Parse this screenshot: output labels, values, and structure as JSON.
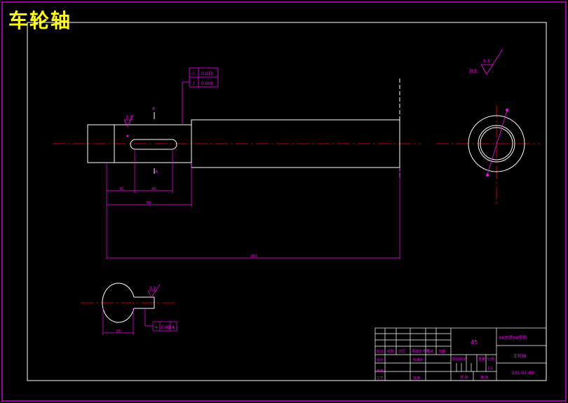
{
  "title": "车轮轴",
  "colors": {
    "border": "#ff00ff",
    "line": "#ffffff",
    "dim": "#ff00ff",
    "center": "#ff0000",
    "title": "#ffff00",
    "background": "#000000"
  },
  "tolerance": {
    "row1_symbol": "◇",
    "row1_value": "0.010",
    "row2_symbol": "/",
    "row2_value": "0.005"
  },
  "roughness": {
    "main": "3.2",
    "right": "6.3",
    "right_label": "其余",
    "section": "3.2"
  },
  "section_label_a": "A",
  "dims": {
    "d1": "30",
    "d2": "40",
    "d3": "80",
    "d4": "380",
    "section_width": "26"
  },
  "section_tolerance": {
    "symbol": "=",
    "value": "0.05",
    "datum": "A"
  },
  "titleblock": {
    "material": "45",
    "school": "XX大学XX学院",
    "part_name": "车轮轴",
    "drawing_no": "SX1-01-00",
    "labels": {
      "mark": "标记",
      "count": "处数",
      "zone": "分区",
      "change_doc": "更改文件号",
      "sign": "签名",
      "date": "日期",
      "design": "设计",
      "standard": "标准化",
      "stage": "阶段标记",
      "weight": "重量",
      "scale": "比例",
      "review": "审核",
      "process": "工艺",
      "approve": "批准",
      "sheets_total": "共 张",
      "sheet_no": "第 张",
      "scale_value": "1:1"
    }
  }
}
